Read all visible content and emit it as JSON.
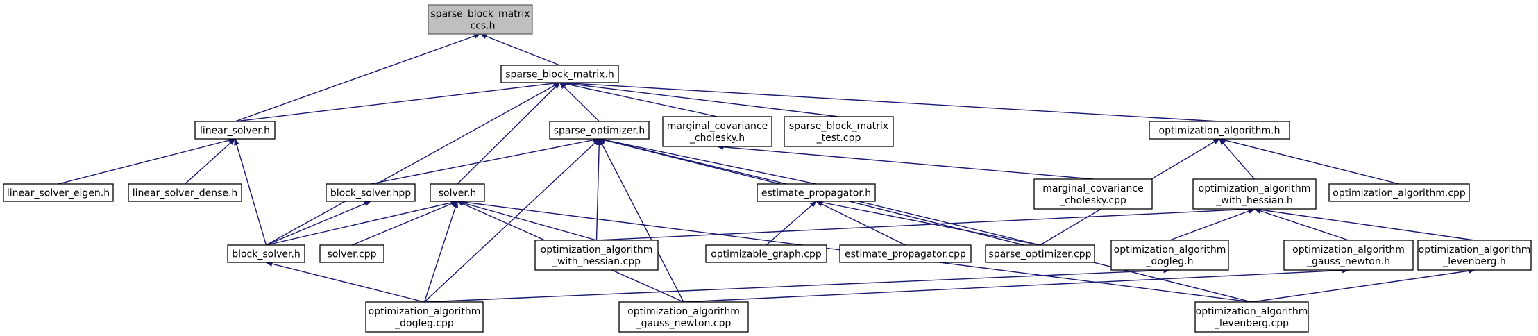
{
  "nodes": [
    {
      "id": "root",
      "lines": [
        "sparse_block_matrix",
        "_ccs.h"
      ]
    },
    {
      "id": "sbm_h",
      "lines": [
        "sparse_block_matrix.h"
      ]
    },
    {
      "id": "linear_solver_h",
      "lines": [
        "linear_solver.h"
      ]
    },
    {
      "id": "sparse_optimizer_h",
      "lines": [
        "sparse_optimizer.h"
      ]
    },
    {
      "id": "marginal_cov_h",
      "lines": [
        "marginal_covariance",
        "_cholesky.h"
      ]
    },
    {
      "id": "sbm_test",
      "lines": [
        "sparse_block_matrix",
        "_test.cpp"
      ]
    },
    {
      "id": "opt_alg_h",
      "lines": [
        "optimization_algorithm.h"
      ]
    },
    {
      "id": "ls_eigen",
      "lines": [
        "linear_solver_eigen.h"
      ]
    },
    {
      "id": "ls_dense",
      "lines": [
        "linear_solver_dense.h"
      ]
    },
    {
      "id": "block_solver_hpp",
      "lines": [
        "block_solver.hpp"
      ]
    },
    {
      "id": "solver_h",
      "lines": [
        "solver.h"
      ]
    },
    {
      "id": "est_prop_h",
      "lines": [
        "estimate_propagator.h"
      ]
    },
    {
      "id": "marginal_cov_cpp",
      "lines": [
        "marginal_covariance",
        "_cholesky.cpp"
      ]
    },
    {
      "id": "oa_hessian_h",
      "lines": [
        "optimization_algorithm",
        "_with_hessian.h"
      ]
    },
    {
      "id": "oa_cpp",
      "lines": [
        "optimization_algorithm.cpp"
      ]
    },
    {
      "id": "block_solver_h",
      "lines": [
        "block_solver.h"
      ]
    },
    {
      "id": "solver_cpp",
      "lines": [
        "solver.cpp"
      ]
    },
    {
      "id": "oa_hessian_cpp",
      "lines": [
        "optimization_algorithm",
        "_with_hessian.cpp"
      ]
    },
    {
      "id": "optimizable_graph_cpp",
      "lines": [
        "optimizable_graph.cpp"
      ]
    },
    {
      "id": "est_prop_cpp",
      "lines": [
        "estimate_propagator.cpp"
      ]
    },
    {
      "id": "sparse_optimizer_cpp",
      "lines": [
        "sparse_optimizer.cpp"
      ]
    },
    {
      "id": "oa_dogleg_h",
      "lines": [
        "optimization_algorithm",
        "_dogleg.h"
      ]
    },
    {
      "id": "oa_gn_h",
      "lines": [
        "optimization_algorithm",
        "_gauss_newton.h"
      ]
    },
    {
      "id": "oa_lev_h",
      "lines": [
        "optimization_algorithm",
        "_levenberg.h"
      ]
    },
    {
      "id": "oa_dogleg_cpp",
      "lines": [
        "optimization_algorithm",
        "_dogleg.cpp"
      ]
    },
    {
      "id": "oa_gn_cpp",
      "lines": [
        "optimization_algorithm",
        "_gauss_newton.cpp"
      ]
    },
    {
      "id": "oa_lev_cpp",
      "lines": [
        "optimization_algorithm",
        "_levenberg.cpp"
      ]
    }
  ],
  "edges": [
    [
      "linear_solver_h",
      "root"
    ],
    [
      "sbm_h",
      "root"
    ],
    [
      "linear_solver_h",
      "sbm_h"
    ],
    [
      "solver_h",
      "sbm_h"
    ],
    [
      "sparse_optimizer_h",
      "sbm_h"
    ],
    [
      "marginal_cov_h",
      "sbm_h"
    ],
    [
      "sbm_test",
      "sbm_h"
    ],
    [
      "opt_alg_h",
      "sbm_h"
    ],
    [
      "block_solver_h",
      "sbm_h"
    ],
    [
      "ls_eigen",
      "linear_solver_h"
    ],
    [
      "ls_dense",
      "linear_solver_h"
    ],
    [
      "block_solver_h",
      "linear_solver_h"
    ],
    [
      "block_solver_hpp",
      "sparse_optimizer_h"
    ],
    [
      "oa_hessian_cpp",
      "sparse_optimizer_h"
    ],
    [
      "oa_dogleg_cpp",
      "sparse_optimizer_h"
    ],
    [
      "oa_gn_cpp",
      "sparse_optimizer_h"
    ],
    [
      "est_prop_h",
      "sparse_optimizer_h"
    ],
    [
      "sparse_optimizer_cpp",
      "sparse_optimizer_h"
    ],
    [
      "oa_lev_cpp",
      "sparse_optimizer_h"
    ],
    [
      "marginal_cov_cpp",
      "marginal_cov_h"
    ],
    [
      "oa_hessian_h",
      "opt_alg_h"
    ],
    [
      "oa_cpp",
      "opt_alg_h"
    ],
    [
      "sparse_optimizer_cpp",
      "opt_alg_h"
    ],
    [
      "block_solver_h",
      "block_solver_hpp"
    ],
    [
      "block_solver_h",
      "solver_h"
    ],
    [
      "solver_cpp",
      "solver_h"
    ],
    [
      "oa_hessian_cpp",
      "solver_h"
    ],
    [
      "oa_dogleg_cpp",
      "solver_h"
    ],
    [
      "oa_gn_cpp",
      "solver_h"
    ],
    [
      "oa_lev_cpp",
      "solver_h"
    ],
    [
      "optimizable_graph_cpp",
      "est_prop_h"
    ],
    [
      "est_prop_cpp",
      "est_prop_h"
    ],
    [
      "sparse_optimizer_cpp",
      "est_prop_h"
    ],
    [
      "oa_hessian_cpp",
      "oa_hessian_h"
    ],
    [
      "oa_dogleg_h",
      "oa_hessian_h"
    ],
    [
      "oa_gn_h",
      "oa_hessian_h"
    ],
    [
      "oa_lev_h",
      "oa_hessian_h"
    ],
    [
      "oa_dogleg_cpp",
      "block_solver_h"
    ],
    [
      "oa_dogleg_cpp",
      "oa_dogleg_h"
    ],
    [
      "oa_gn_cpp",
      "oa_gn_h"
    ],
    [
      "oa_lev_cpp",
      "oa_lev_h"
    ]
  ]
}
